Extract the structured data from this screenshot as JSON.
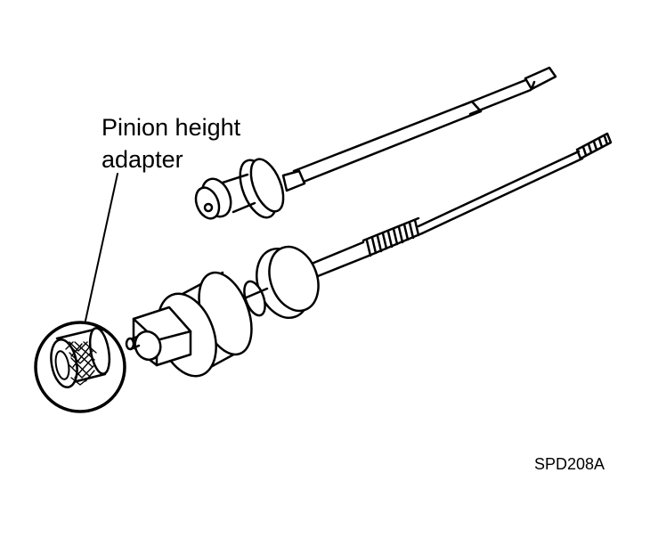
{
  "callout": {
    "line1": "Pinion height",
    "line2": "adapter"
  },
  "figure_code": "SPD208A",
  "colors": {
    "ink": "#000000",
    "paper": "#ffffff"
  }
}
